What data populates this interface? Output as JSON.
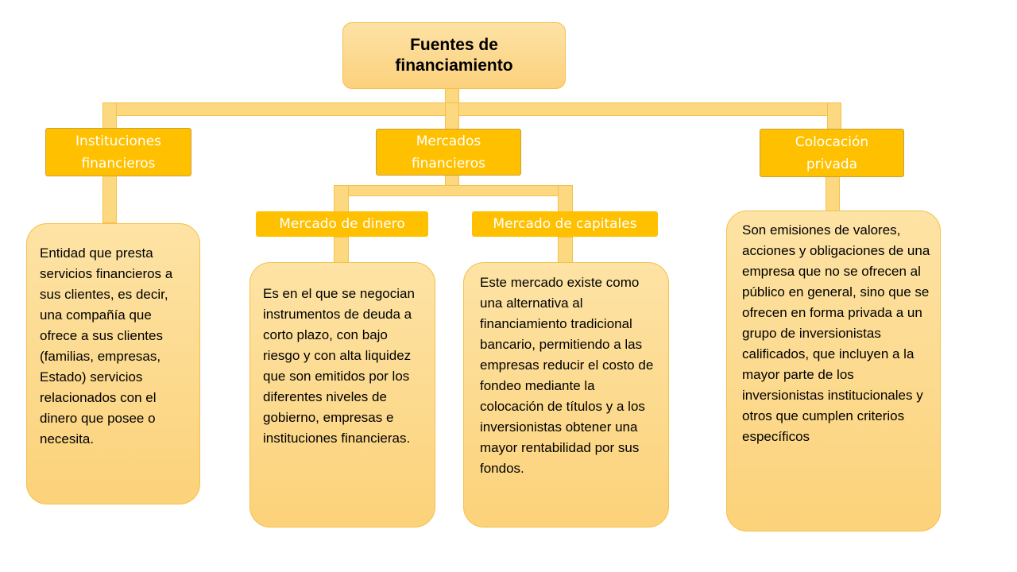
{
  "diagram": {
    "root": {
      "title": "Fuentes de financiamiento"
    },
    "categories": [
      {
        "label": "Instituciones financieros",
        "description": "Entidad que presta servicios financieros a sus clientes, es decir, una compañía que ofrece a sus clientes (familias, empresas, Estado) servicios relacionados con el dinero que posee o necesita."
      },
      {
        "label": "Mercados financieros",
        "subcategories": [
          {
            "label": "Mercado de dinero",
            "description": "Es en el que se negocian instrumentos de deuda a corto plazo, con bajo riesgo y con alta liquidez que son emitidos por los diferentes niveles de gobierno, empresas e instituciones financieras."
          },
          {
            "label": "Mercado de capitales",
            "description": "Este mercado existe como una alternativa al financiamiento tradicional bancario, permitiendo a las empresas reducir el costo de fondeo mediante la colocación de títulos y a los inversionistas obtener una mayor rentabilidad por sus fondos."
          }
        ]
      },
      {
        "label": "Colocación privada",
        "description": "Son emisiones de valores, acciones y obligaciones de una empresa que no se ofrecen al público en general, sino que se ofrecen en forma privada a un grupo de inversionistas calificados, que incluyen a la mayor parte de los inversionistas institucionales y otros que cumplen criterios específicos"
      }
    ],
    "colors": {
      "category_fill": "#ffc000",
      "category_text": "#ffffff",
      "box_fill": "#fcd980",
      "box_border": "#f5c04a",
      "text": "#000000"
    }
  }
}
